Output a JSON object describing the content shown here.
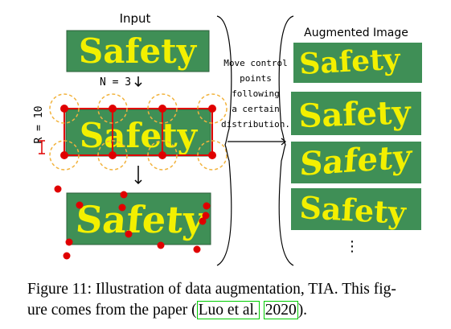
{
  "diagram": {
    "input_title": "Input",
    "input_word": "Safety",
    "n_label": "N = 3",
    "r_label": "R = 10",
    "middle_text": [
      "Move control",
      "points",
      "following",
      "a certain",
      "distribution."
    ],
    "output_title": "Augmented Image",
    "augmented_words": [
      "Safety",
      "Safety",
      "Safety",
      "Safety"
    ],
    "ellipsis": "⋮",
    "colors": {
      "panel": "#3f8f56",
      "word": "#f3f000",
      "point": "#e00000",
      "radius": "#f2b33d"
    }
  },
  "caption": {
    "prefix": "Figure 11: Illustration of data augmentation, TIA. This fig-",
    "line2_before": "ure comes from the paper (",
    "cite_author": "Luo et al.",
    "cite_year": "2020",
    "line2_after": ")."
  }
}
